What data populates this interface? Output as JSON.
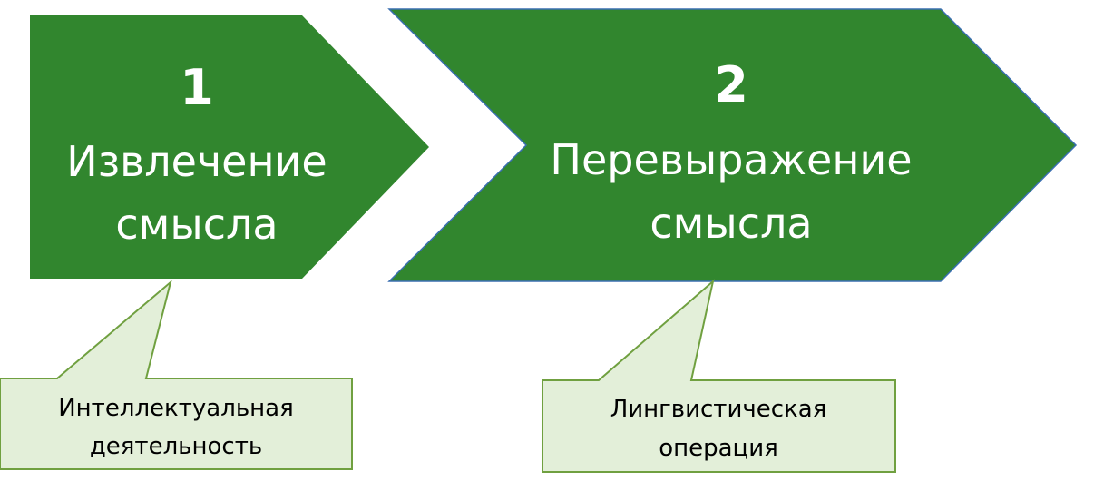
{
  "colors": {
    "chevron_fill": "#31862E",
    "chevron_stroke": "#3A6FB0",
    "callout_fill": "#E3EFD9",
    "callout_stroke": "#70A040",
    "chevron_text": "#FFFFFF",
    "callout_text": "#000000"
  },
  "steps": [
    {
      "number": "1",
      "label_line1": "Извлечение",
      "label_line2": "смысла",
      "callout_line1": "Интеллектуальная",
      "callout_line2": "деятельность"
    },
    {
      "number": "2",
      "label_line1": "Перевыражение",
      "label_line2": "смысла",
      "callout_line1": "Лингвистическая",
      "callout_line2": "операция"
    }
  ]
}
